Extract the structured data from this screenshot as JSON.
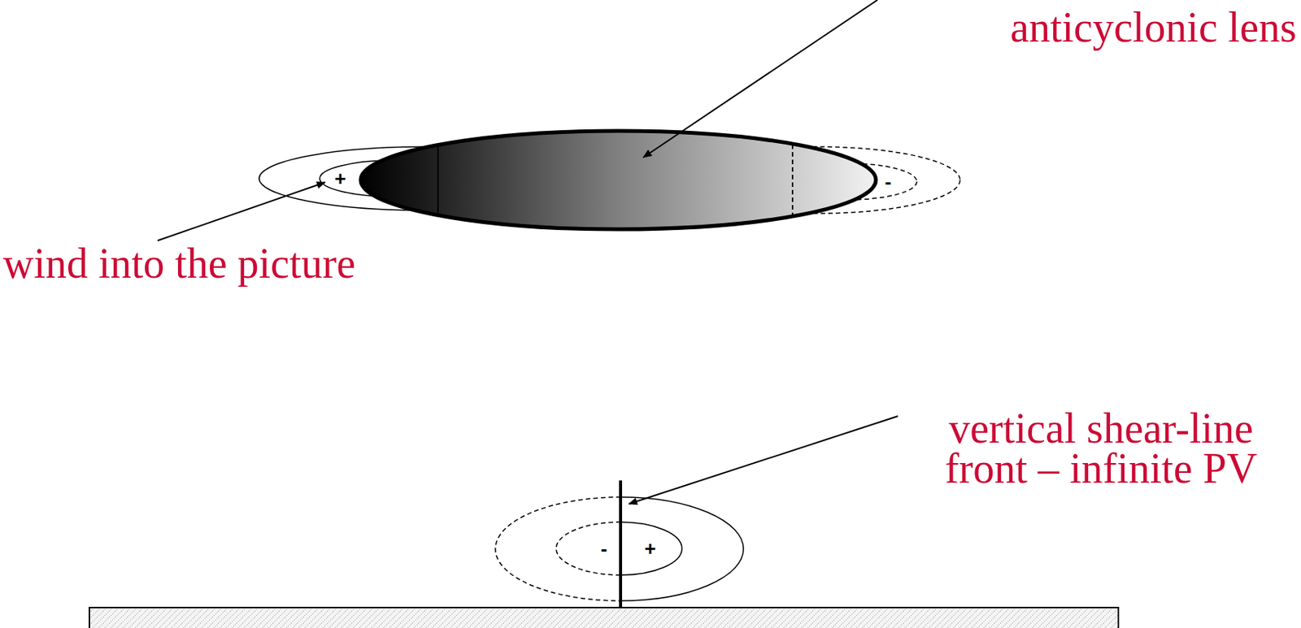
{
  "diagram": {
    "labels": [
      "anticyclonic lens",
      "+",
      "-",
      "wind into the picture",
      "vertical shear-line front – infinite PV",
      "-",
      "+"
    ]
  }
}
